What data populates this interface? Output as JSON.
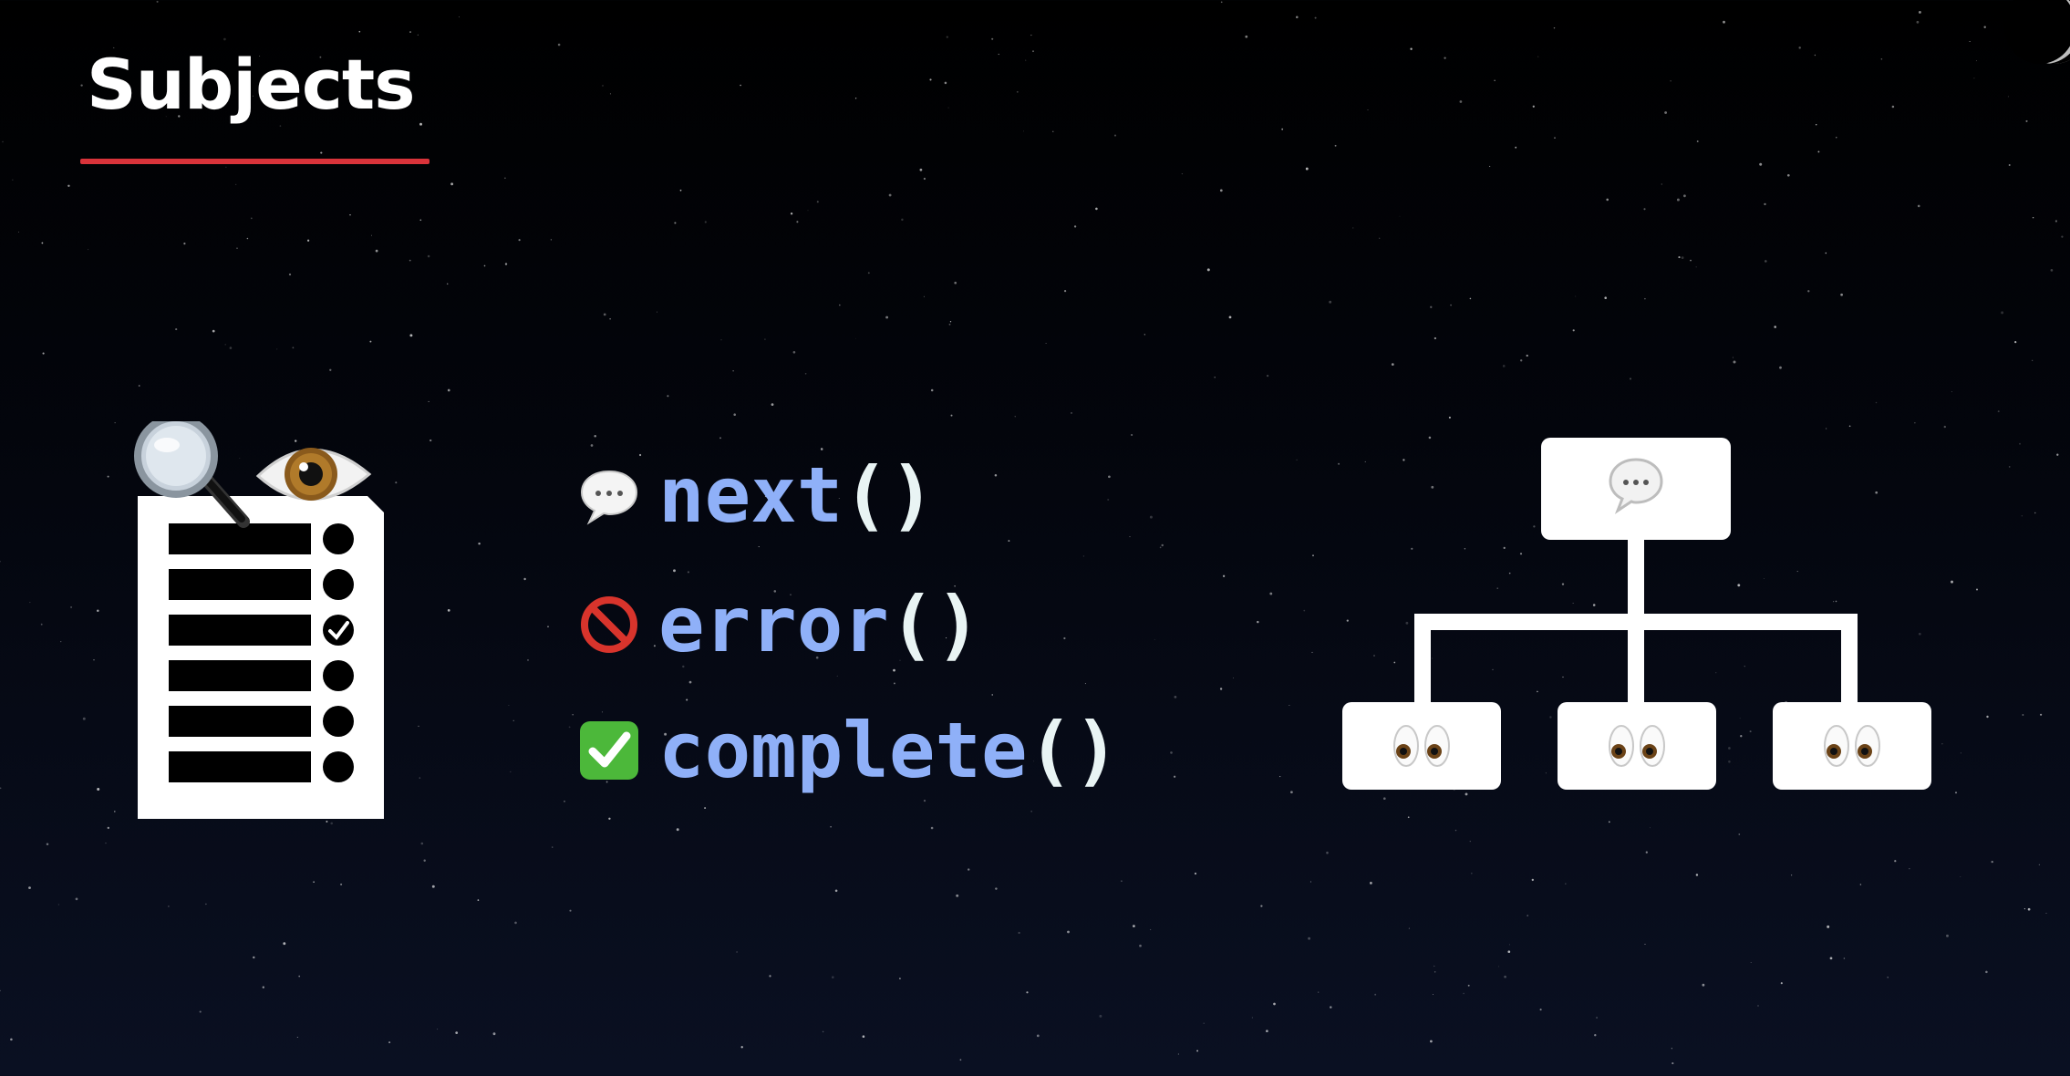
{
  "slide": {
    "title": "Subjects",
    "accent_color": "#d9333a"
  },
  "illustration_left": {
    "icons": [
      "magnifying-glass-icon",
      "eye-icon",
      "clipboard-checklist-icon"
    ],
    "checklist_rows": 6,
    "checked_row": 3
  },
  "methods": [
    {
      "icon": "speech-bubble-icon",
      "name": "next",
      "parens": "()"
    },
    {
      "icon": "prohibited-icon",
      "name": "error",
      "parens": "()"
    },
    {
      "icon": "check-mark-button-icon",
      "name": "complete",
      "parens": "()"
    }
  ],
  "diagram": {
    "root_icon": "speech-bubble-icon",
    "child_icon": "eyes-icon",
    "child_count": 3
  },
  "colors": {
    "method_name": "#8fb0f8",
    "parens": "#e9f4f4",
    "title": "#ffffff",
    "background_bottom": "#0a1022"
  }
}
